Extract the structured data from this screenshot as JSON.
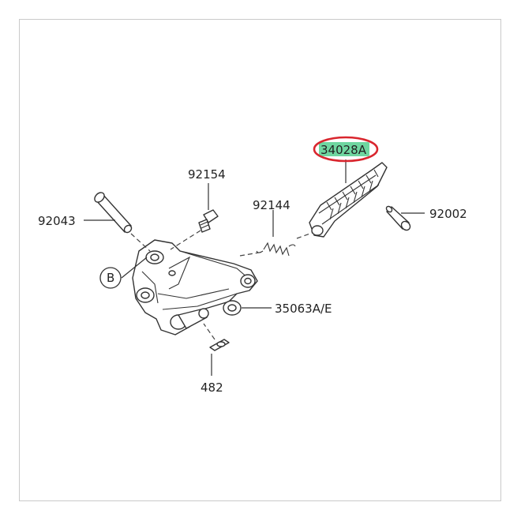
{
  "diagram": {
    "callouts": [
      {
        "id": "c-92154",
        "label": "92154"
      },
      {
        "id": "c-92043",
        "label": "92043"
      },
      {
        "id": "c-92144",
        "label": "92144"
      },
      {
        "id": "c-92002",
        "label": "92002"
      },
      {
        "id": "c-35063",
        "label": "35063A/E"
      },
      {
        "id": "c-482",
        "label": "482"
      },
      {
        "id": "c-34028",
        "label": "34028A"
      }
    ],
    "marker": {
      "label": "B"
    },
    "highlight": {
      "fill_color": "#6fd6a0",
      "ring_color": "#d9262e"
    }
  }
}
